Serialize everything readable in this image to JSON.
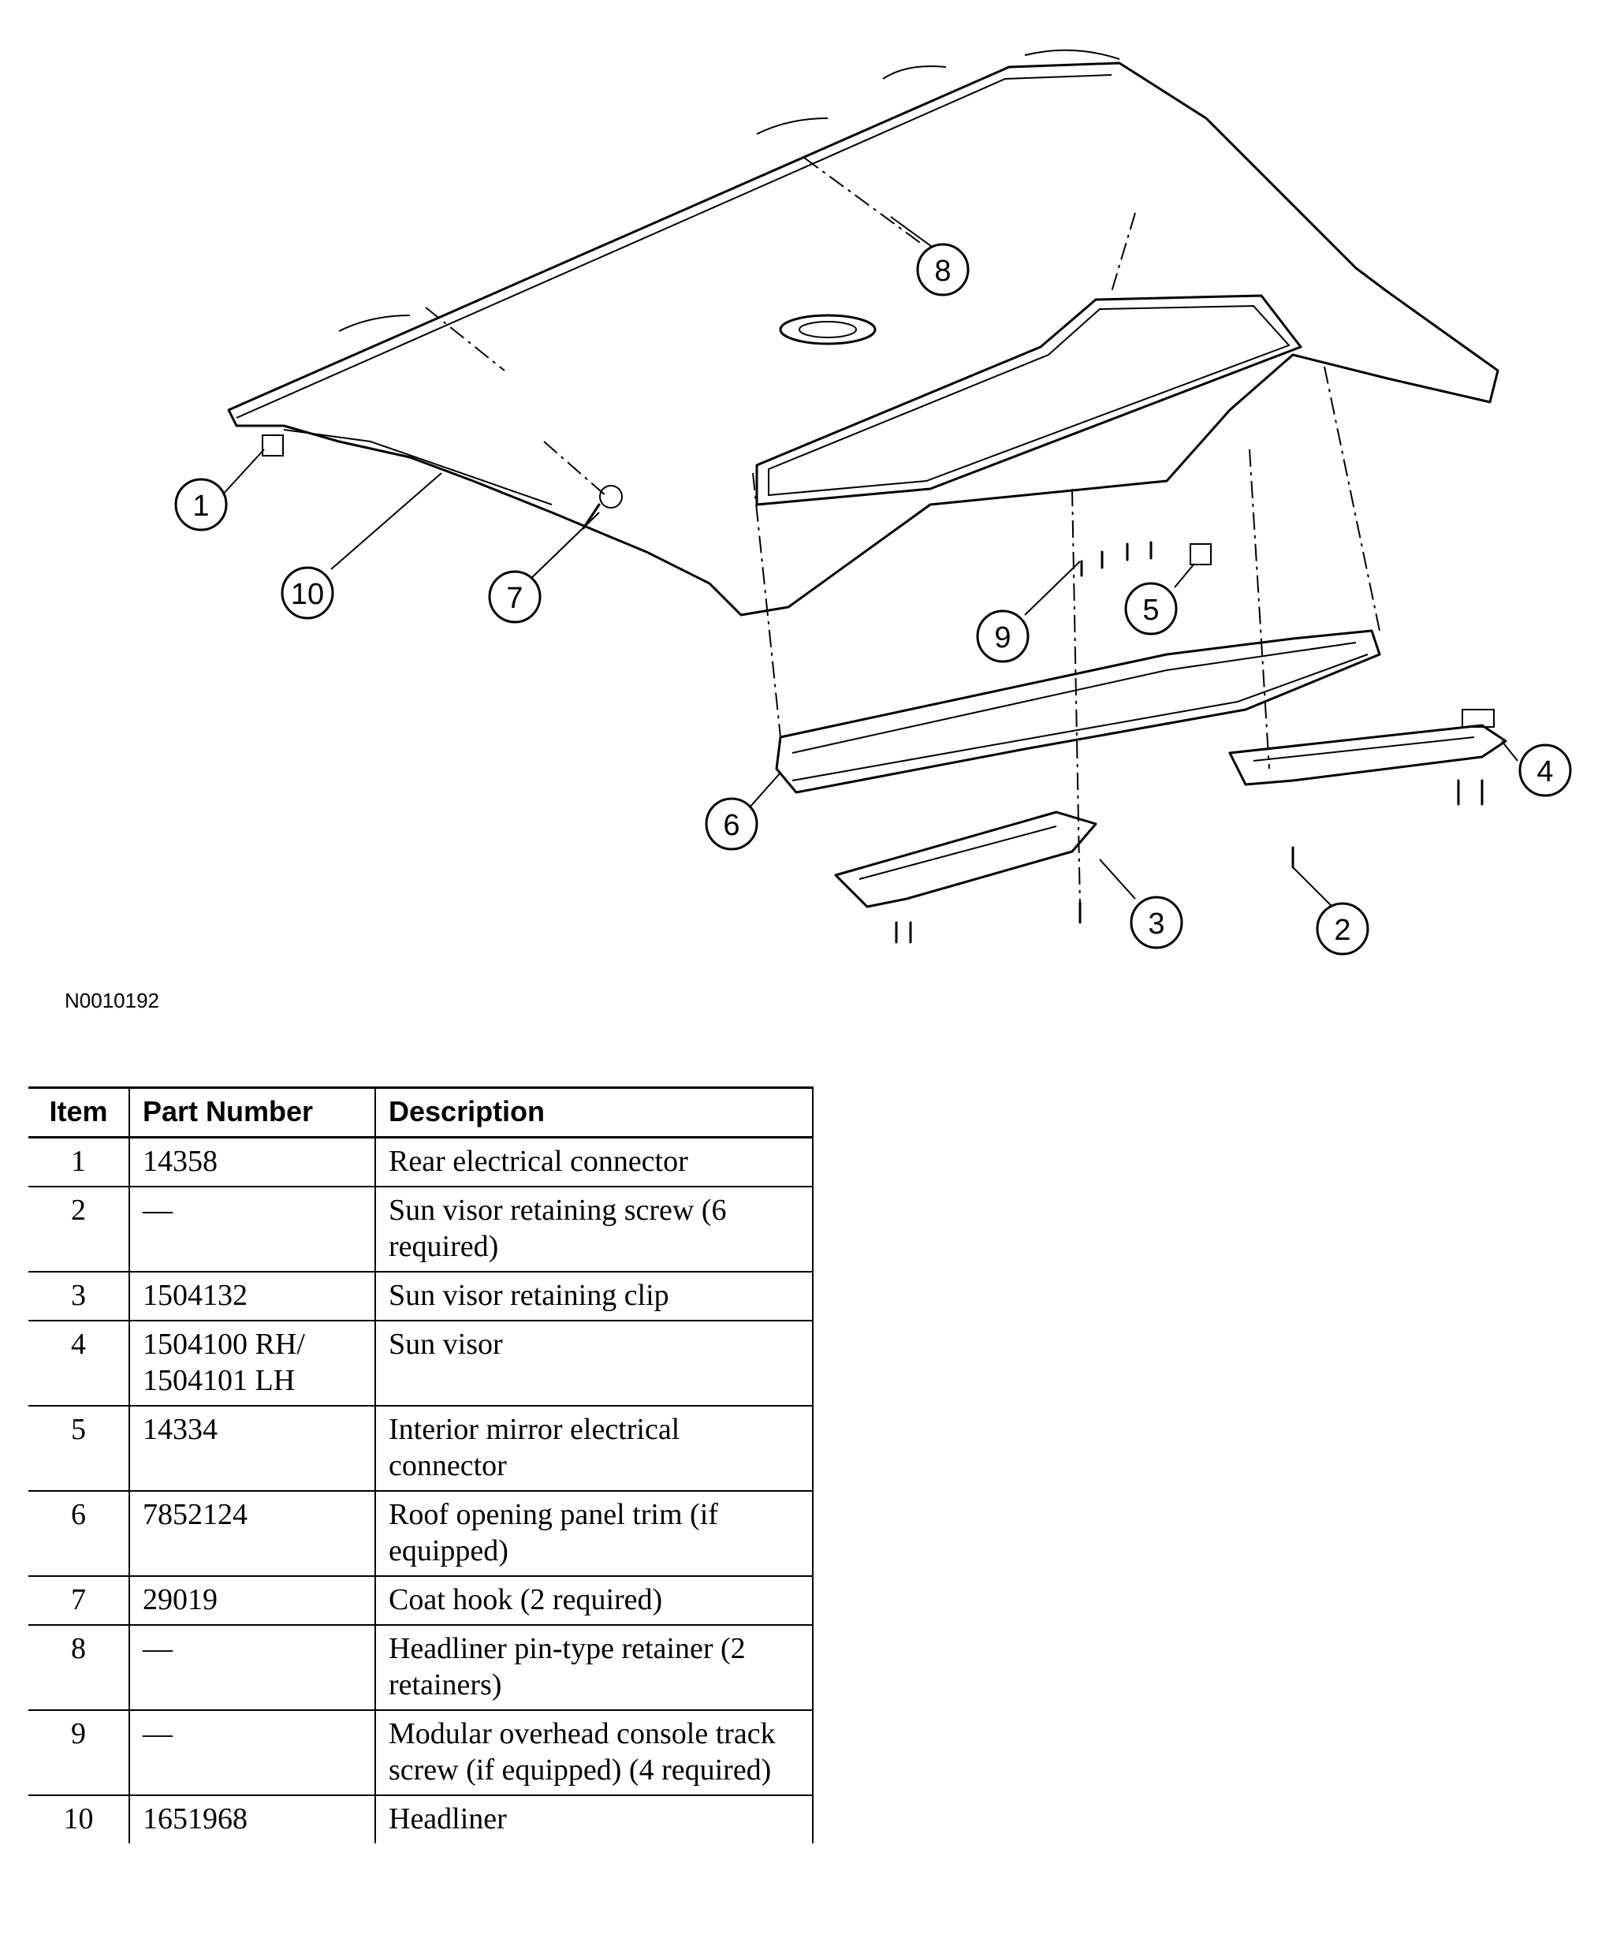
{
  "diagram": {
    "callouts": [
      "1",
      "2",
      "3",
      "4",
      "5",
      "6",
      "7",
      "8",
      "9",
      "10"
    ],
    "figure_id": "N0010192"
  },
  "table": {
    "headers": {
      "item": "Item",
      "part_number": "Part Number",
      "description": "Description"
    },
    "rows": [
      {
        "item": "1",
        "part_number": "14358",
        "description": "Rear electrical connector"
      },
      {
        "item": "2",
        "part_number": "—",
        "description": "Sun visor retaining screw (6 required)"
      },
      {
        "item": "3",
        "part_number": "1504132",
        "description": "Sun visor retaining clip"
      },
      {
        "item": "4",
        "part_number": "1504100 RH/ 1504101 LH",
        "description": "Sun visor"
      },
      {
        "item": "5",
        "part_number": "14334",
        "description": "Interior mirror electrical connector"
      },
      {
        "item": "6",
        "part_number": "7852124",
        "description": "Roof opening panel trim (if equipped)"
      },
      {
        "item": "7",
        "part_number": "29019",
        "description": "Coat hook (2 required)"
      },
      {
        "item": "8",
        "part_number": "—",
        "description": "Headliner pin-type retainer (2 retainers)"
      },
      {
        "item": "9",
        "part_number": "—",
        "description": "Modular overhead console track screw (if equipped) (4 required)"
      },
      {
        "item": "10",
        "part_number": "1651968",
        "description": "Headliner"
      }
    ]
  }
}
